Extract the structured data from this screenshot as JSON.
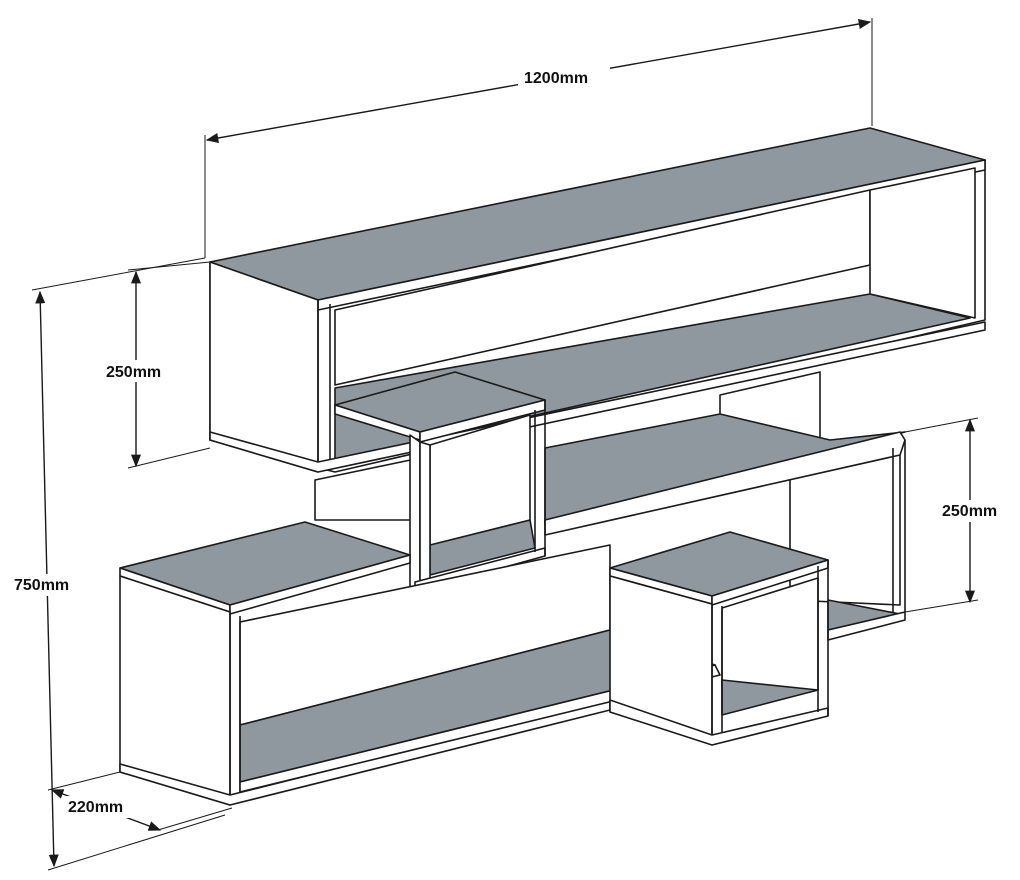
{
  "dimensions": {
    "width_label": "1200mm",
    "height_label": "750mm",
    "depth_label": "220mm",
    "top_shelf_height_label": "250mm",
    "right_shelf_height_label": "250mm"
  },
  "colors": {
    "shelf_surface": "#8f989e",
    "panel": "#ffffff",
    "line": "#1a1a1a"
  }
}
